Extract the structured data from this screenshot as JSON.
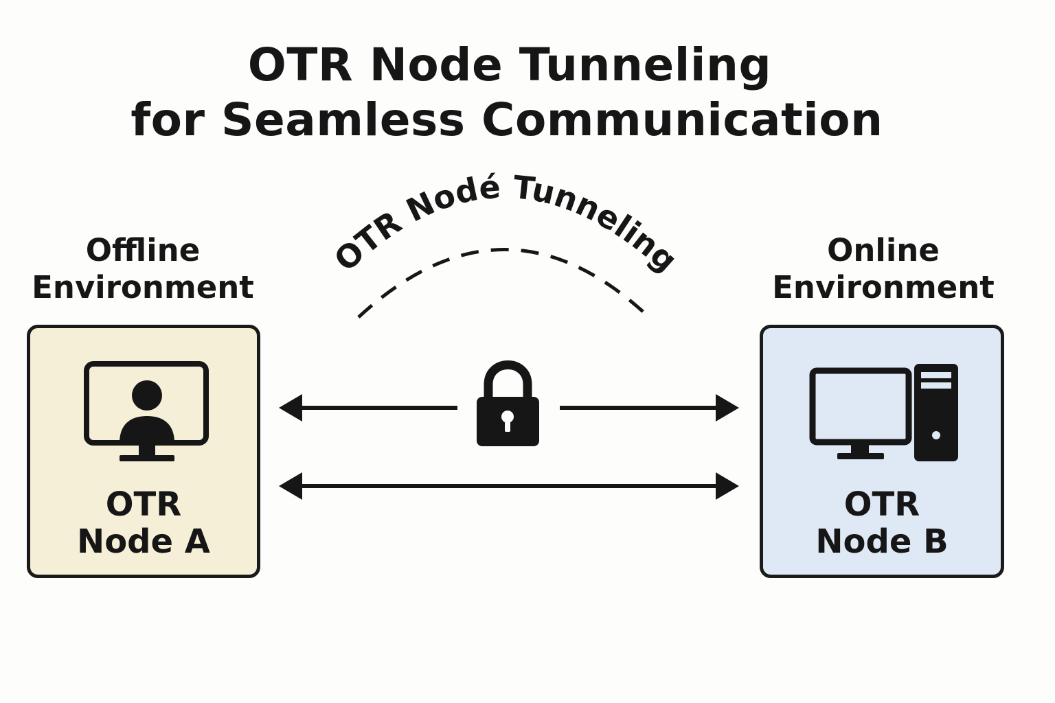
{
  "title": {
    "line1": "OTR Node Tunneling",
    "line2": "for Seamless Communication"
  },
  "left_environment": {
    "line1": "Offline",
    "line2": "Environment"
  },
  "right_environment": {
    "line1": "Online",
    "line2": "Environment"
  },
  "node_a": {
    "line1": "OTR",
    "line2": "Node A",
    "icon": "monitor-user-icon"
  },
  "node_b": {
    "line1": "OTR",
    "line2": "Node B",
    "icon": "desktop-computer-icon"
  },
  "tunnel": {
    "label": "OTR Nodé Tunneling",
    "lock_icon": "padlock-icon"
  },
  "colors": {
    "node_a_fill": "#f6efd8",
    "node_b_fill": "#dfe9f6",
    "ink": "#161616"
  }
}
